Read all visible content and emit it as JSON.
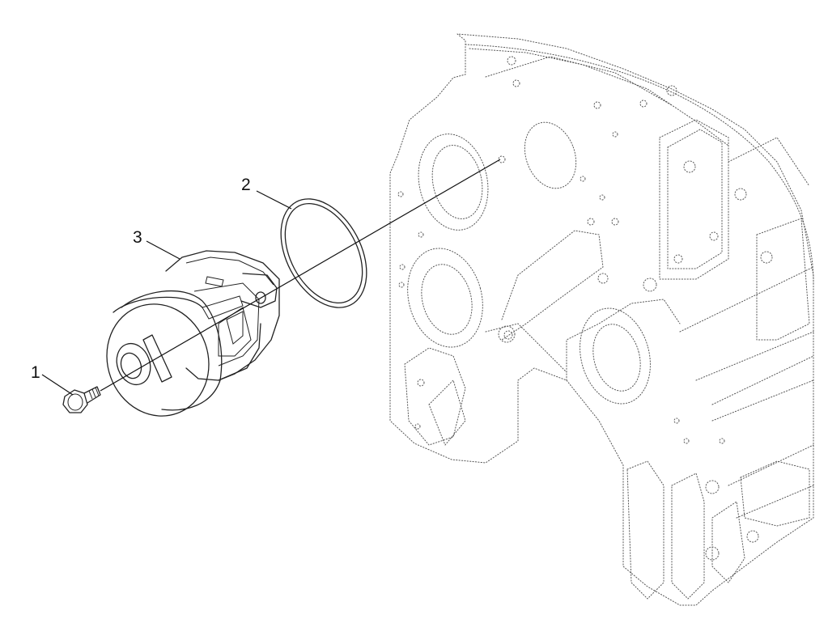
{
  "callouts": [
    {
      "id": "1",
      "label": "1"
    },
    {
      "id": "2",
      "label": "2"
    },
    {
      "id": "3",
      "label": "3"
    }
  ],
  "colors": {
    "line": "#222222",
    "ghost_line": "#555555",
    "background": "#ffffff"
  }
}
